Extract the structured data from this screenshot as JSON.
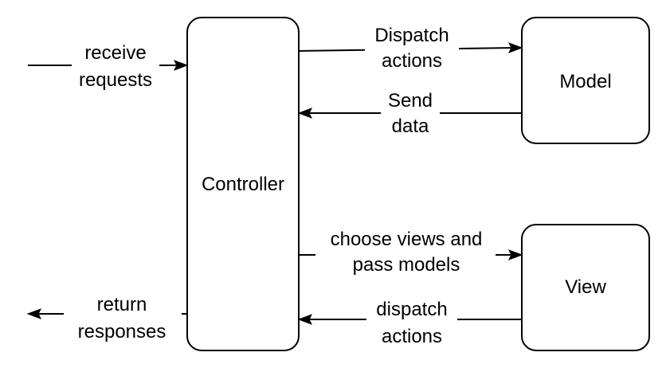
{
  "nodes": {
    "controller": {
      "label": "Controller"
    },
    "model": {
      "label": "Model"
    },
    "view": {
      "label": "View"
    }
  },
  "edges": {
    "receive_requests": {
      "line1": "receive",
      "line2": "requests"
    },
    "dispatch_actions_model": {
      "line1": "Dispatch",
      "line2": "actions"
    },
    "send_data": {
      "line1": "Send",
      "line2": "data"
    },
    "choose_views": {
      "line1": "choose views and",
      "line2": "pass models"
    },
    "dispatch_actions_view": {
      "line1": "dispatch",
      "line2": "actions"
    },
    "return_responses": {
      "line1": "return",
      "line2": "responses"
    }
  },
  "colors": {
    "stroke": "#000000",
    "fill": "#ffffff",
    "text": "#000000"
  }
}
